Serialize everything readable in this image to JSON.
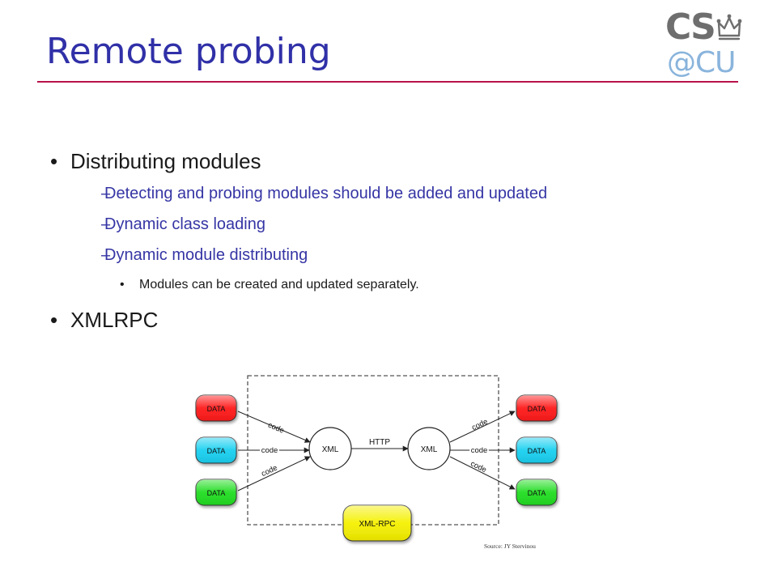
{
  "slide": {
    "title": "Remote probing",
    "logo": {
      "line1": "CS",
      "line2": "@CU",
      "icon": "crown-icon"
    },
    "bullets": [
      {
        "text": "Distributing modules",
        "children": [
          {
            "text": "Detecting and probing modules should be added and updated"
          },
          {
            "text": "Dynamic class loading"
          },
          {
            "text": "Dynamic module distributing",
            "children": [
              {
                "text": "Modules can be created and updated separately."
              }
            ]
          }
        ]
      },
      {
        "text": "XMLRPC"
      }
    ],
    "bullet_glyph": "•",
    "dash_glyph": "–"
  },
  "diagram": {
    "left_nodes": [
      {
        "label": "DATA",
        "color": "#ff1a1a"
      },
      {
        "label": "DATA",
        "color": "#1ad0f0"
      },
      {
        "label": "DATA",
        "color": "#22dd22"
      }
    ],
    "right_nodes": [
      {
        "label": "DATA",
        "color": "#ff1a1a"
      },
      {
        "label": "DATA",
        "color": "#1ad0f0"
      },
      {
        "label": "DATA",
        "color": "#22dd22"
      }
    ],
    "left_edge_label": "code",
    "right_edge_label": "code",
    "left_xml": "XML",
    "right_xml": "XML",
    "link_label": "HTTP",
    "protocol_label": "XML-RPC",
    "protocol_color": "#f5f000",
    "source_credit": "Source: JY Stervinou"
  }
}
